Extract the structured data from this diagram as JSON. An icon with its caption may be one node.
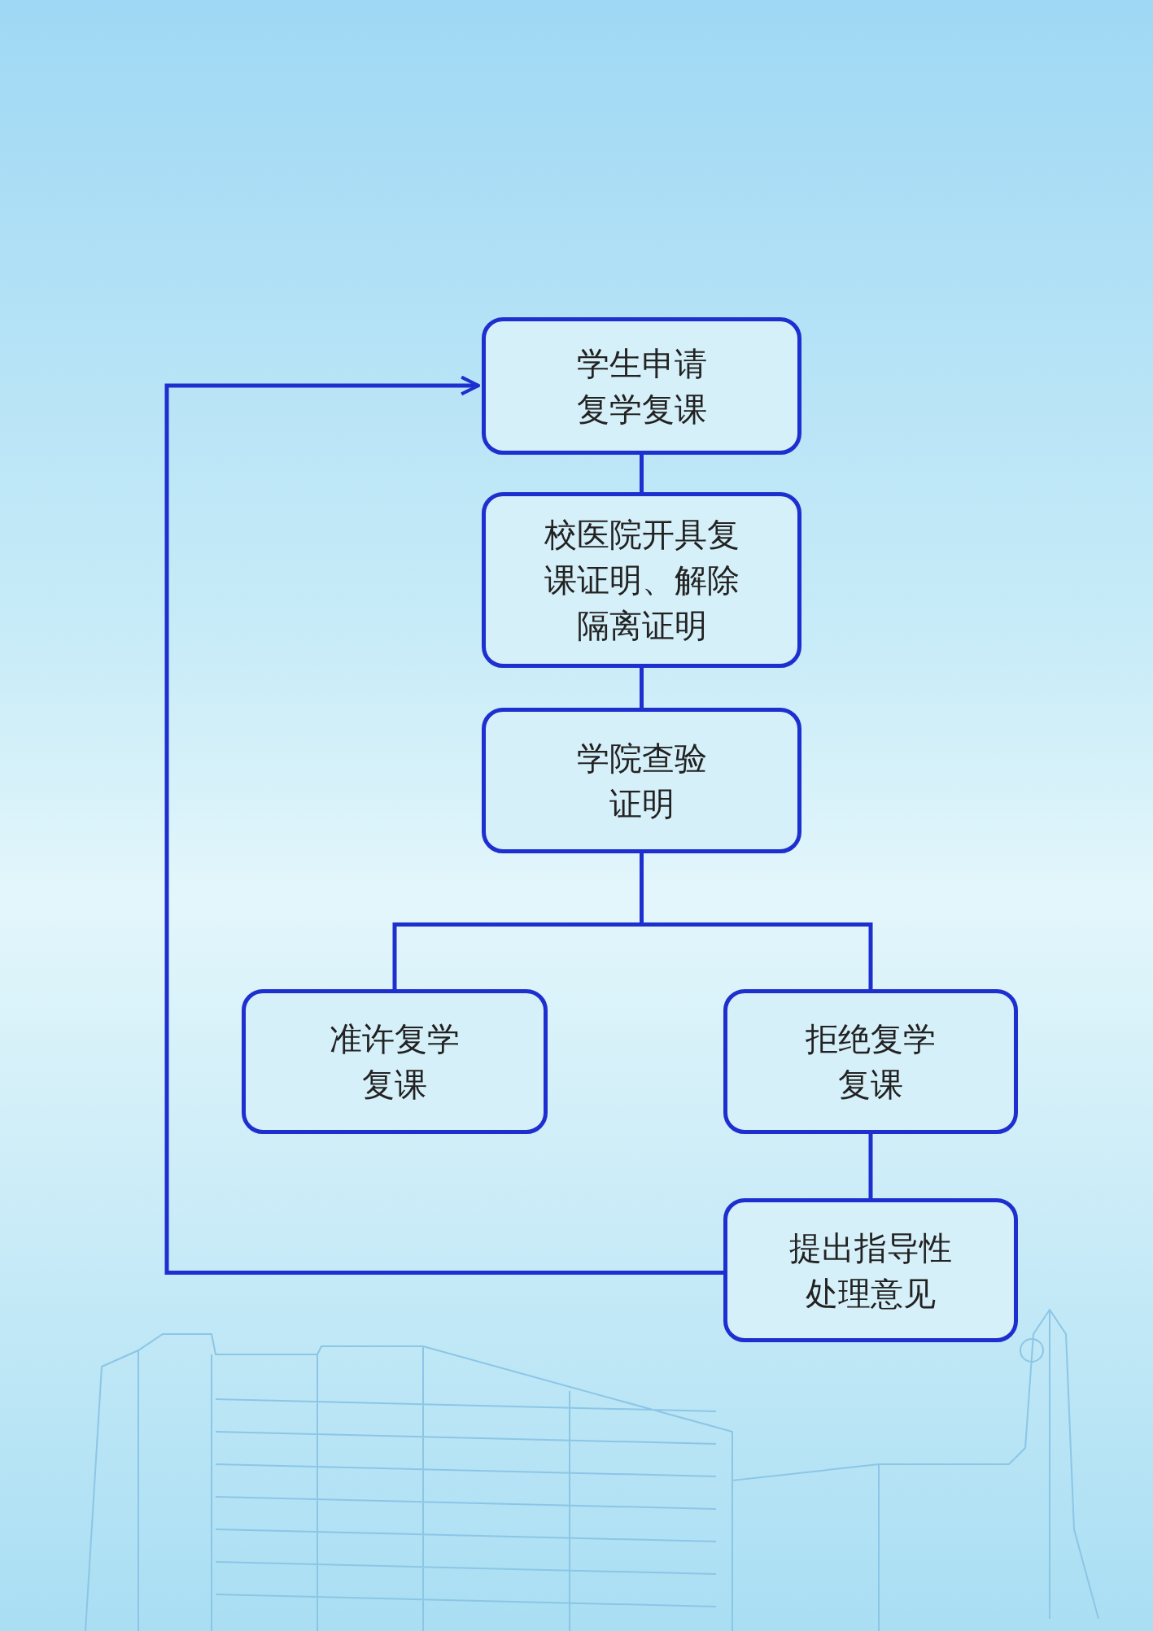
{
  "diagram": {
    "nodes": [
      {
        "text": [
          "学生申请复学复课"
        ]
      },
      {
        "text": [
          "校医院开具复课证明、解除隔离证明"
        ]
      },
      {
        "text": [
          "学院查验证明"
        ]
      },
      {
        "text": [
          "准许复学复课"
        ]
      },
      {
        "text": [
          "拒绝复学复课"
        ]
      },
      {
        "text": [
          "提出指导性处理意见"
        ]
      }
    ],
    "edges": [
      {
        "from": 0,
        "to": 1,
        "arrow": "none"
      },
      {
        "from": 1,
        "to": 2,
        "arrow": "none"
      },
      {
        "from": 2,
        "to": 3,
        "arrow": "none"
      },
      {
        "from": 2,
        "to": 4,
        "arrow": "none"
      },
      {
        "from": 4,
        "to": 5,
        "arrow": "none"
      },
      {
        "from": 5,
        "to": 0,
        "arrow": "to"
      }
    ]
  }
}
